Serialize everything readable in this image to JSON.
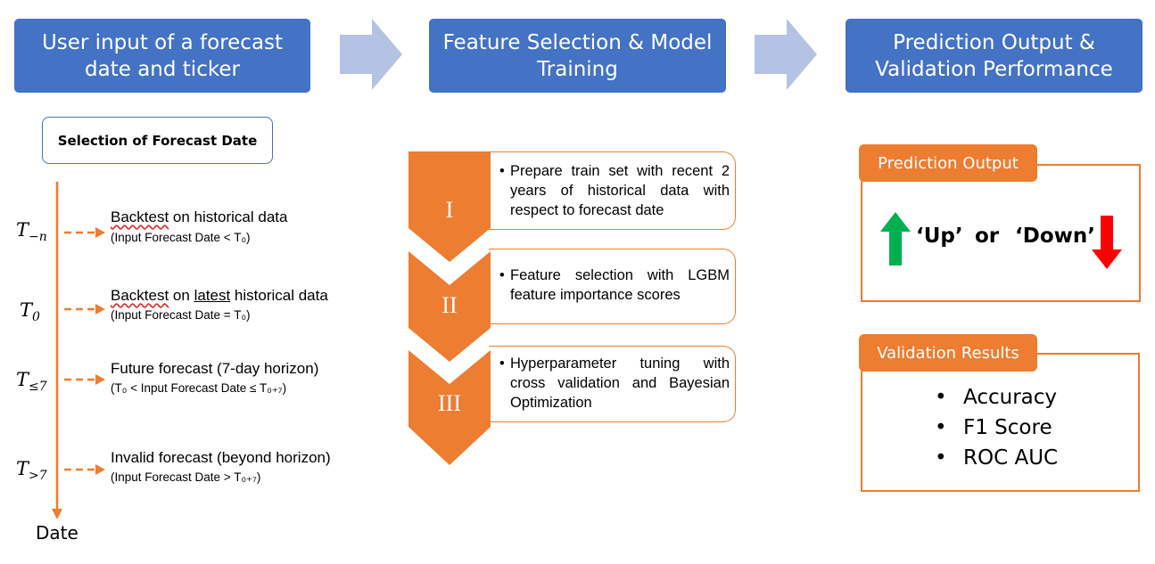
{
  "headers": [
    {
      "lines": [
        "User input of a forecast",
        "date and ticker"
      ]
    },
    {
      "lines": [
        "Feature Selection & Model",
        "Training"
      ]
    },
    {
      "lines": [
        "Prediction Output &",
        "Validation Performance"
      ]
    }
  ],
  "selection_title": "Selection of Forecast Date",
  "timeline": {
    "axis_label": "Date",
    "rows": [
      {
        "sym": "T",
        "sub": "−n",
        "main_pre": "",
        "main_ul": "Backtest",
        "main_mid": " on historical data",
        "main_ul2": "",
        "main_post": "",
        "detail": "(Input Forecast Date < T₀)"
      },
      {
        "sym": "T",
        "sub": "0",
        "main_pre": "",
        "main_ul": "Backtest",
        "main_mid": " on ",
        "main_ul2": "latest",
        "main_post": " historical data",
        "detail": "(Input Forecast Date = T₀)"
      },
      {
        "sym": "T",
        "sub": "≤7",
        "main_pre": "Future forecast (7-day horizon)",
        "main_ul": "",
        "main_mid": "",
        "main_ul2": "",
        "main_post": "",
        "detail": "(T₀ < Input Forecast Date ≤ T₀₊₇)"
      },
      {
        "sym": "T",
        "sub": ">7",
        "main_pre": "Invalid forecast (beyond horizon)",
        "main_ul": "",
        "main_mid": "",
        "main_ul2": "",
        "main_post": "",
        "detail": "(Input Forecast Date > T₀₊₇)"
      }
    ]
  },
  "steps": [
    {
      "roman": "I",
      "text": "Prepare train set with recent 2 years of historical data with respect to forecast date"
    },
    {
      "roman": "II",
      "text": "Feature selection with LGBM feature importance scores"
    },
    {
      "roman": "III",
      "text": "Hyperparameter tuning with cross validation and Bayesian Optimization"
    }
  ],
  "bullet": "•",
  "prediction": {
    "title": "Prediction Output",
    "up": "‘Up’",
    "or": "or",
    "down": "‘Down’",
    "up_color": "#00b050",
    "down_color": "#ff0000"
  },
  "validation": {
    "title": "Validation Results",
    "items": [
      "Accuracy",
      "F1 Score",
      "ROC AUC"
    ]
  },
  "colors": {
    "header_blue": "#4472c4",
    "accent_orange": "#ed7d31",
    "arrow_lightblue": "#b4c3e4"
  }
}
